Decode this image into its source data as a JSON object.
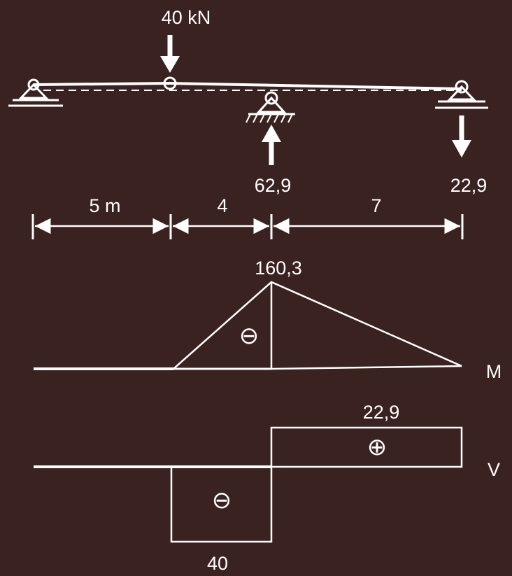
{
  "beam": {
    "load_label": "40 kN",
    "reaction_middle": "62,9",
    "reaction_right": "22,9"
  },
  "dimensions": {
    "span_1": "5 m",
    "span_2": "4",
    "span_3": "7"
  },
  "moment_diagram": {
    "peak_label": "160,3",
    "sign_symbol": "⊖",
    "label": "M",
    "chart_data": {
      "type": "area",
      "x": [
        0,
        5,
        9,
        16
      ],
      "y": [
        0,
        0,
        -160.3,
        0
      ]
    }
  },
  "shear_diagram": {
    "positive_label": "22,9",
    "negative_label": "40",
    "positive_symbol": "⊕",
    "negative_symbol": "⊖",
    "label": "V",
    "chart_data": {
      "type": "area",
      "segments": [
        {
          "from": 0,
          "to": 5,
          "value": 0
        },
        {
          "from": 5,
          "to": 9,
          "value": -40
        },
        {
          "from": 9,
          "to": 16,
          "value": 22.9
        }
      ]
    }
  },
  "colors": {
    "background": "#3a2221",
    "line": "#ffffff"
  }
}
